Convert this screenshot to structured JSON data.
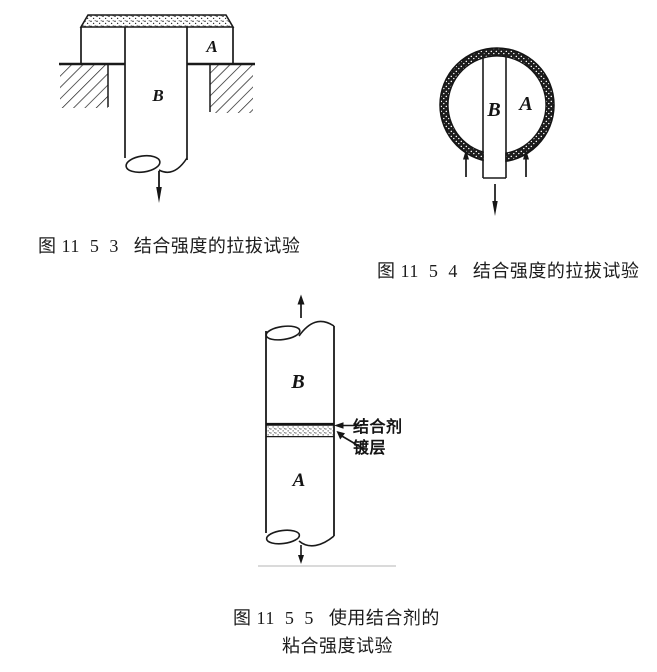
{
  "page": {
    "background": "#ffffff",
    "ink_color": "#1a1a1a",
    "faint_rule_color": "#b4b4b4"
  },
  "fig_11_5_3": {
    "caption": "图 11  5  3   结合强度的拉拔试验",
    "coating_block_label": "A",
    "pulled_stud_label": "B"
  },
  "fig_11_5_4": {
    "caption": "图 11  5  4   结合强度的拉拔试验",
    "coated_disc_label": "A",
    "center_rod_label": "B"
  },
  "fig_11_5_5": {
    "caption_line1": "图 11  5  5   使用结合剂的",
    "caption_line2": "粘合强度试验",
    "upper_rod_label": "B",
    "lower_rod_label": "A",
    "callout_adhesive": "结合剂",
    "callout_plating": "镀层"
  }
}
